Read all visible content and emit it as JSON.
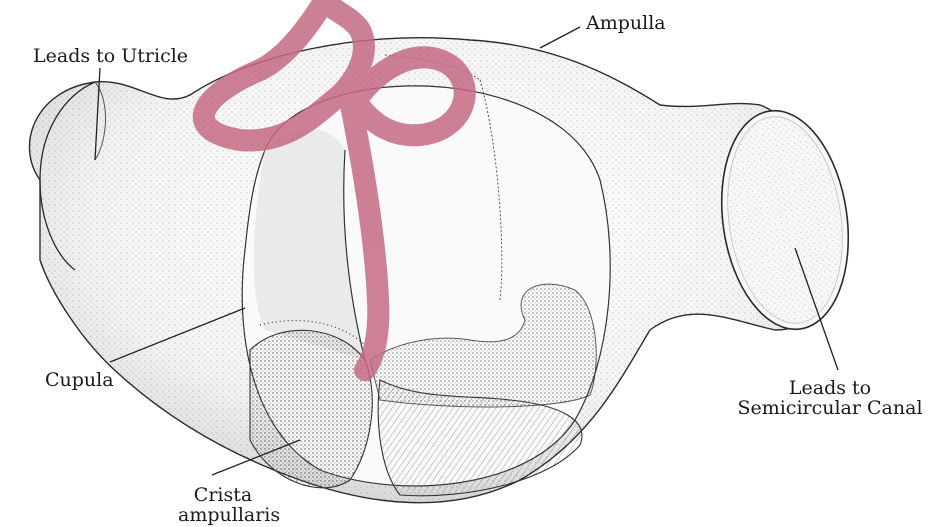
{
  "labels": {
    "leads_to_utricle": "Leads to Utricle",
    "ampulla": "Ampulla",
    "cupula": "Cupula",
    "leads_to_semicircular_canal": [
      "Leads to",
      "Semicircular Canal"
    ],
    "crista_ampullaris": [
      "Crista",
      "ampullaris"
    ]
  },
  "colors": {
    "outline": "#2a2a2a",
    "stipple": "#6b6b6b",
    "cupula_shade": "#e6e6e6",
    "watermark": "#c46a84"
  },
  "watermark": "ribbon-logo"
}
